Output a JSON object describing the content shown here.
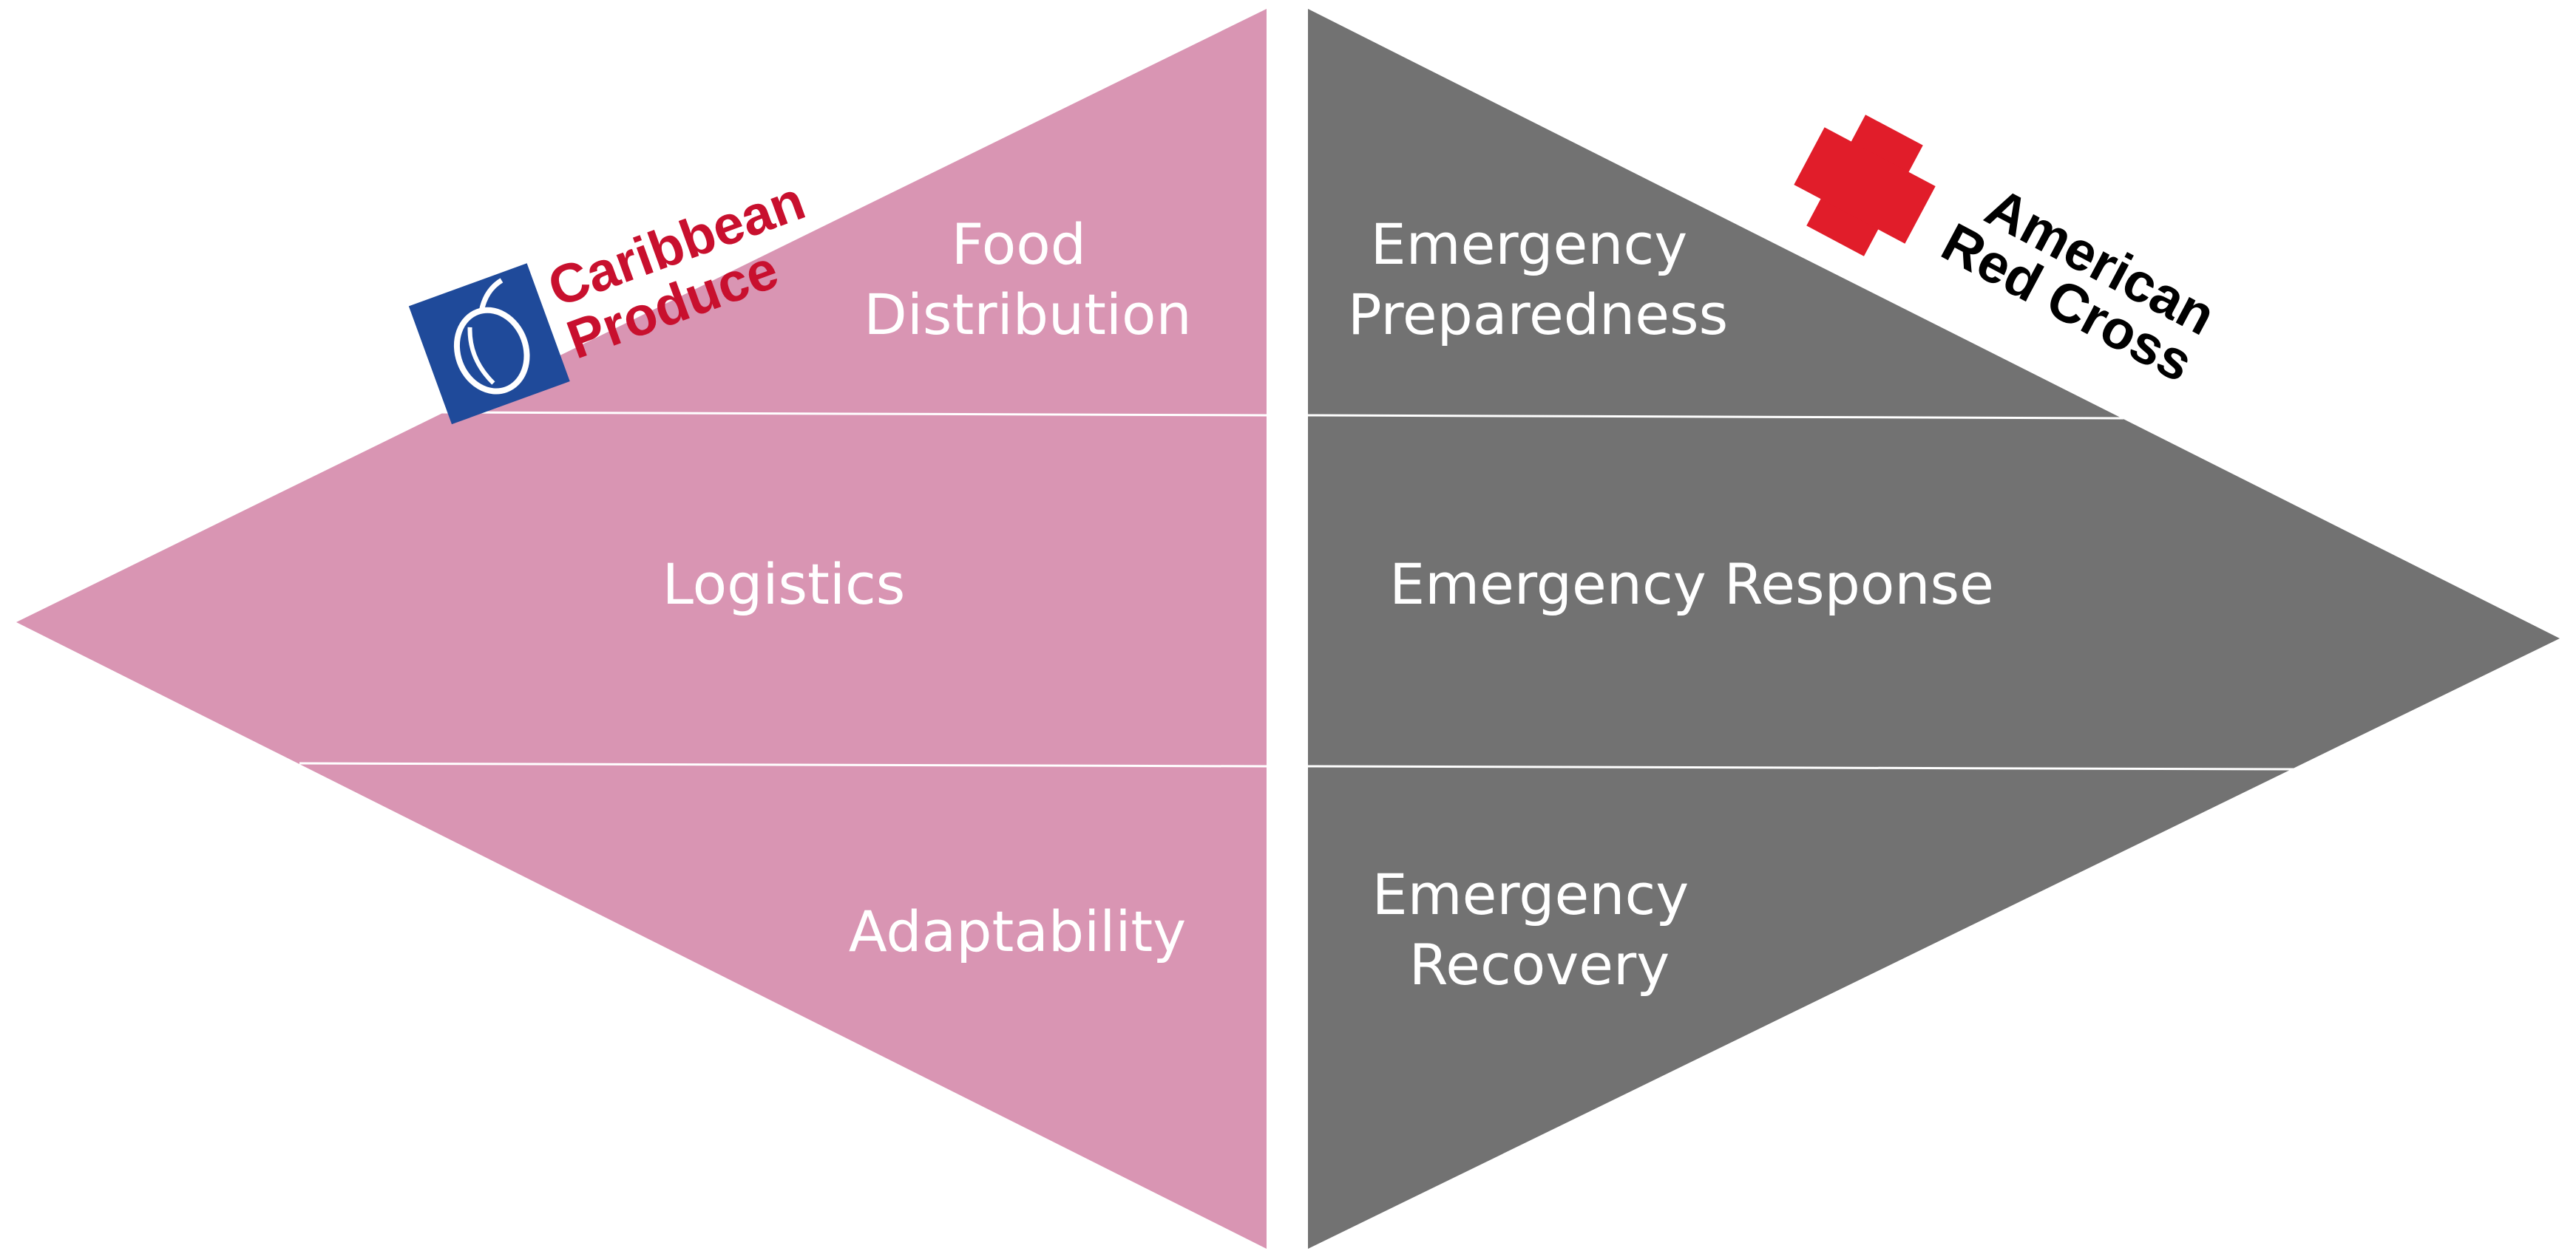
{
  "colors": {
    "left_fill": "#d995b3",
    "right_fill": "#727272",
    "divider": "#ffffff",
    "label": "#ffffff",
    "caribbean_blue": "#1f4a9a",
    "caribbean_red": "#c8102e",
    "red_cross": "#e11d2a"
  },
  "left_panel": {
    "logo": {
      "icon": "plum-icon",
      "line1": "Caribbean",
      "line2": "Produce"
    },
    "sections": [
      {
        "lines": [
          "Food",
          "Distribution"
        ]
      },
      {
        "lines": [
          "Logistics"
        ]
      },
      {
        "lines": [
          "Adaptability"
        ]
      }
    ]
  },
  "right_panel": {
    "logo": {
      "icon": "red-cross-icon",
      "line1": "American",
      "line2": "Red Cross"
    },
    "sections": [
      {
        "lines": [
          "Emergency",
          "Preparedness"
        ]
      },
      {
        "lines": [
          "Emergency Response"
        ]
      },
      {
        "lines": [
          "Emergency",
          "Recovery"
        ]
      }
    ]
  }
}
